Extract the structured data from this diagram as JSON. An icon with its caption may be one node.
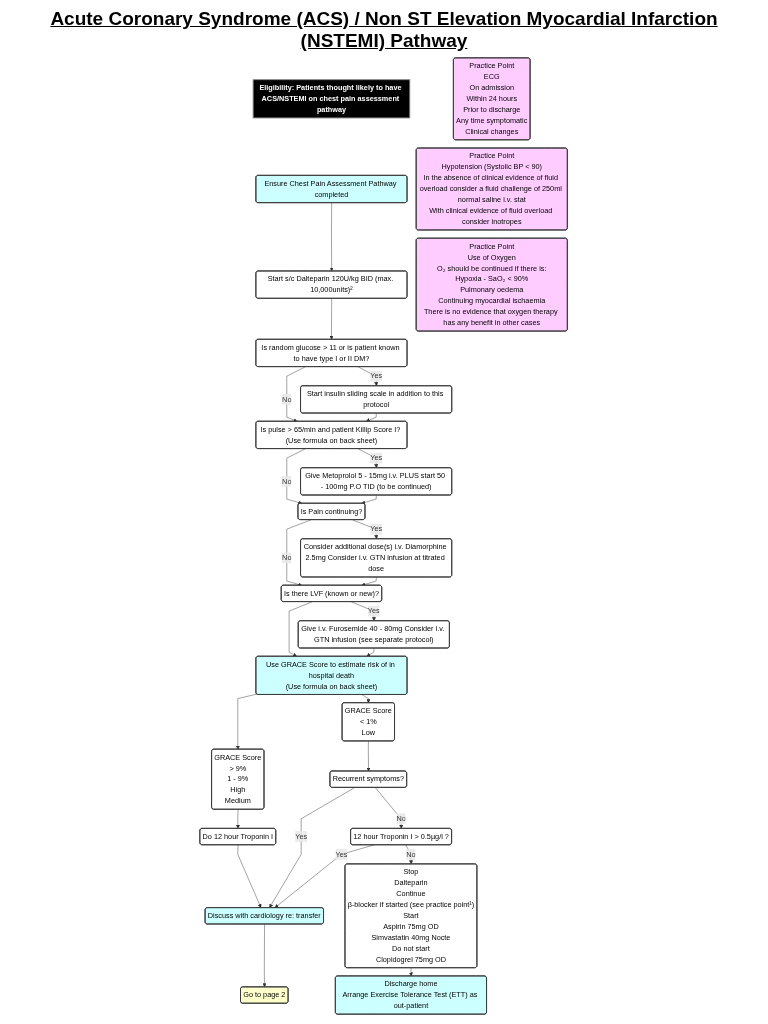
{
  "diagram": {
    "title": "Acute Coronary Syndrome (ACS) / Non ST Elevation Myocardial Infarction (NSTEMI) Pathway",
    "nodes": [
      {
        "text": [
          "Eligibility: Patients thought likely to have ACS/NSTEMI on chest pain assessment pathway"
        ]
      },
      {
        "text": [
          "Ensure Chest Pain Assessment Pathway completed"
        ]
      },
      {
        "text": [
          "Start s/c Dalteparin 120U/kg BID (max. 10,000units)²"
        ]
      },
      {
        "text": [
          "Is random glucose > 11 or is patient known to have type I or II DM?"
        ]
      },
      {
        "text": [
          "Start insulin sliding scale in addition to this protocol"
        ]
      },
      {
        "text": [
          "Practice Point",
          "ECG",
          "On admission",
          "Within 24 hours",
          "Prior to discharge",
          "Any time symptomatic",
          "Clinical changes"
        ]
      },
      {
        "text": [
          "Is pulse > 65/min and patient Killip Score I? (Use formula on back sheet)"
        ]
      },
      {
        "text": [
          "Give Metoprolol 5 - 15mg i.v. PLUS start 50 - 100mg P.O TID (to be continued)"
        ]
      },
      {
        "text": [
          "Practice Point",
          "Hypotension (Systolic BP < 90)",
          "In the absence of clinical evidence of fluid overload consider a fluid challenge of 250ml normal saline i.v. stat",
          "With clinical evidence of fluid overload consider inotropes"
        ]
      },
      {
        "text": [
          "Is Pain continuing?"
        ]
      },
      {
        "text": [
          "Consider additional dose(s) i.v. Diamorphine 2.5mg Consider i.v. GTN infusion at titrated dose"
        ]
      },
      {
        "text": [
          "Is there LVF (known or new)?"
        ]
      },
      {
        "text": [
          "Give i.v. Furosemide 40 - 80mg Consider i.v. GTN infusion (see separate protocol)"
        ]
      },
      {
        "text": [
          "Practice Point",
          "Use of Oxygen",
          "O₂ should be continued if there is:",
          "Hypoxia - SaO₂ < 90%",
          "Pulmonary oedema",
          "Continuing myocardial ischaemia",
          "There is no evidence that oxygen therapy has any benefit in other cases"
        ]
      },
      {
        "text": [
          "Use GRACE Score to estimate risk of in hospital death",
          "(Use formula on back sheet)"
        ]
      },
      {
        "text": [
          "GRACE Score",
          "> 9%",
          "1 - 9%",
          "High",
          "Medium"
        ]
      },
      {
        "text": [
          "GRACE Score",
          "< 1%",
          "Low"
        ]
      },
      {
        "text": [
          "Stop",
          "Dalteparin",
          "Continue",
          "β-blocker if started (see practice point¹)",
          "Start",
          "Aspirin 75mg OD",
          "Simvastatin 40mg Nocte",
          "Do not start",
          "Clopidogrel 75mg OD"
        ]
      },
      {
        "text": [
          "Do 12 hour Troponin I"
        ]
      },
      {
        "text": [
          "Recurrent symptoms?"
        ]
      },
      {
        "text": [
          "Discuss with cardiology re: transfer"
        ]
      },
      {
        "text": [
          "12 hour Troponin I > 0.5µg/l ?"
        ]
      },
      {
        "text": [
          "Go to page 2"
        ]
      },
      {
        "text": [
          "Discharge home",
          "Arrange Exercise Tolerance Test (ETT) as out-patient"
        ]
      }
    ],
    "edges": [
      {
        "from": 1,
        "to": 2,
        "arrow": "to"
      },
      {
        "from": 2,
        "to": 3,
        "arrow": "to"
      },
      {
        "from": 3,
        "to": 4,
        "arrow": "to",
        "label": "Yes"
      },
      {
        "from": 3,
        "to": 6,
        "arrow": "to",
        "label": "No"
      },
      {
        "from": 4,
        "to": 6,
        "arrow": "to"
      },
      {
        "from": 6,
        "to": 7,
        "arrow": "to",
        "label": "Yes"
      },
      {
        "from": 6,
        "to": 9,
        "arrow": "to",
        "label": "No"
      },
      {
        "from": 7,
        "to": 9,
        "arrow": "to"
      },
      {
        "from": 9,
        "to": 10,
        "arrow": "to",
        "label": "Yes"
      },
      {
        "from": 9,
        "to": 11,
        "arrow": "to",
        "label": "No"
      },
      {
        "from": 10,
        "to": 11,
        "arrow": "to"
      },
      {
        "from": 11,
        "to": 12,
        "arrow": "to",
        "label": "Yes"
      },
      {
        "from": 11,
        "to": 14,
        "arrow": "to"
      },
      {
        "from": 12,
        "to": 14,
        "arrow": "to"
      },
      {
        "from": 14,
        "to": 15,
        "arrow": "to"
      },
      {
        "from": 14,
        "to": 16,
        "arrow": "to"
      },
      {
        "from": 15,
        "to": 18,
        "arrow": "to"
      },
      {
        "from": 16,
        "to": 19,
        "arrow": "to"
      },
      {
        "from": 18,
        "to": 20,
        "arrow": "to"
      },
      {
        "from": 19,
        "to": 20,
        "arrow": "to",
        "label": "Yes"
      },
      {
        "from": 19,
        "to": 21,
        "arrow": "to",
        "label": "No"
      },
      {
        "from": 21,
        "to": 20,
        "arrow": "to",
        "label": "Yes"
      },
      {
        "from": 21,
        "to": 17,
        "arrow": "to",
        "label": "No"
      },
      {
        "from": 20,
        "to": 22,
        "arrow": "to"
      },
      {
        "from": 17,
        "to": 23,
        "arrow": "to"
      }
    ]
  }
}
